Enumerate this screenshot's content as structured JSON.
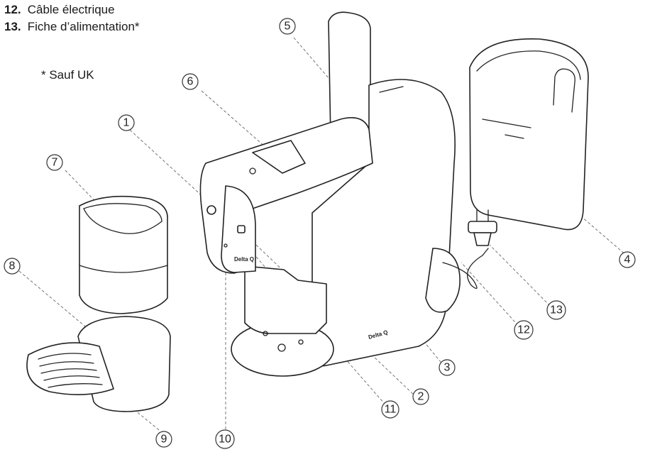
{
  "legend": {
    "items": [
      {
        "number": "12.",
        "label": "Câble électrique"
      },
      {
        "number": "13.",
        "label": "Fiche d’alimentation*"
      }
    ],
    "footnote": "* Sauf UK"
  },
  "brand_label": "Delta Q",
  "callouts": [
    "1",
    "2",
    "3",
    "4",
    "5",
    "6",
    "7",
    "8",
    "9",
    "10",
    "11",
    "12",
    "13"
  ]
}
